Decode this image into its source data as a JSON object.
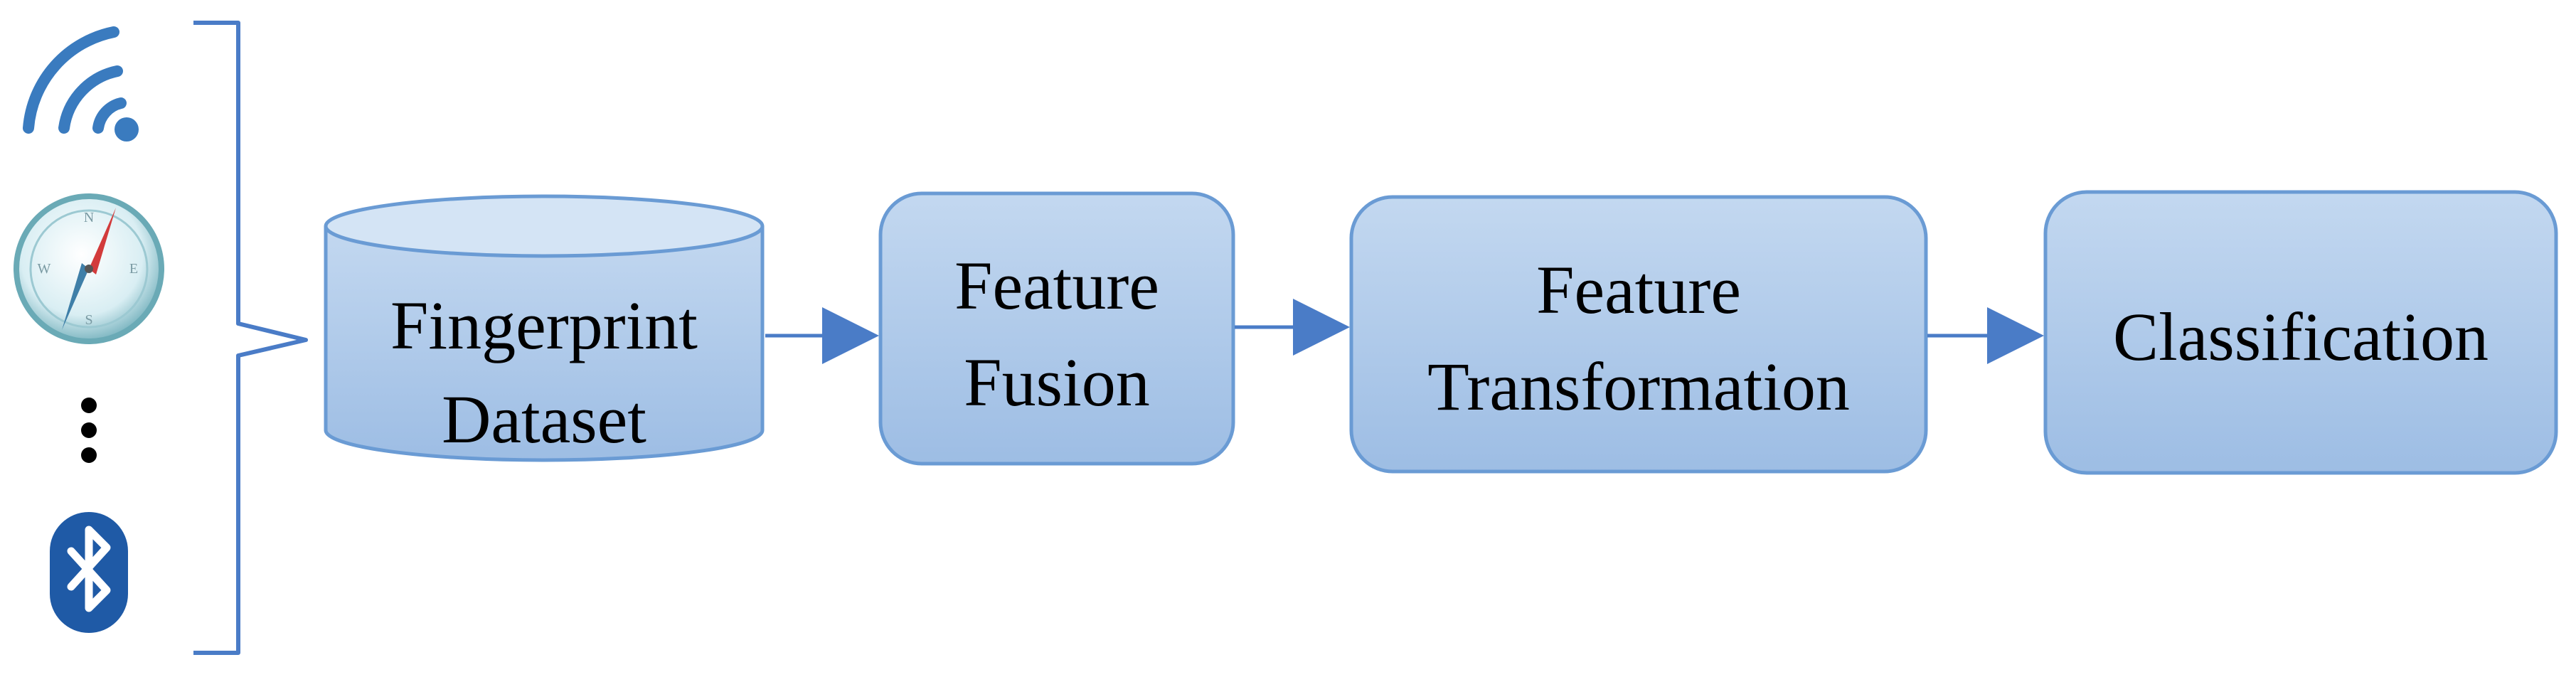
{
  "colors": {
    "node_fill_top": "#c3d8f0",
    "node_fill_bottom": "#9dbde4",
    "node_stroke": "#6a9bd4",
    "arrow": "#4a7cc7",
    "brace": "#4a7cc7",
    "icon_blue": "#3a7bbf",
    "bluetooth_bg": "#1f5aa6",
    "text": "#000000"
  },
  "sources": {
    "icons": [
      "wifi-icon",
      "compass-icon",
      "ellipsis-icon",
      "bluetooth-icon"
    ]
  },
  "nodes": {
    "dataset": {
      "line1": "Fingerprint",
      "line2": "Dataset",
      "shape": "cylinder"
    },
    "fusion": {
      "line1": "Feature",
      "line2": "Fusion",
      "shape": "rounded-rect"
    },
    "transformation": {
      "line1": "Feature",
      "line2": "Transformation",
      "shape": "rounded-rect"
    },
    "classification": {
      "line1": "Classification",
      "shape": "rounded-rect"
    }
  }
}
